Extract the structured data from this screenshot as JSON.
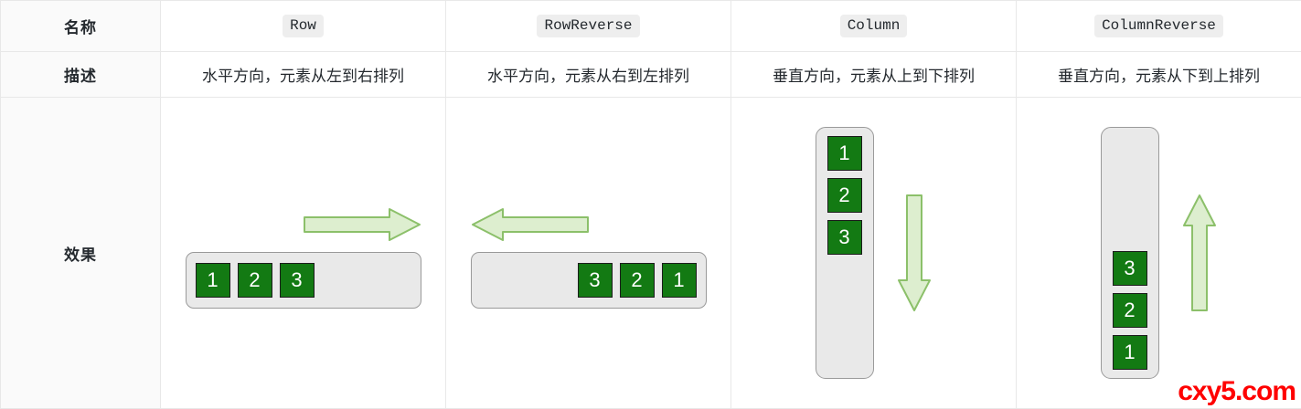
{
  "table": {
    "rows": {
      "name_label": "名称",
      "desc_label": "描述",
      "effect_label": "效果"
    },
    "columns": [
      {
        "name": "Row",
        "description": "水平方向，元素从左到右排列",
        "diagram": {
          "orientation": "horizontal",
          "arrow": "arrow-right-icon",
          "arrow_direction": "right",
          "items": [
            "1",
            "2",
            "3"
          ],
          "align": "start"
        }
      },
      {
        "name": "RowReverse",
        "description": "水平方向，元素从右到左排列",
        "diagram": {
          "orientation": "horizontal",
          "arrow": "arrow-left-icon",
          "arrow_direction": "left",
          "items": [
            "3",
            "2",
            "1"
          ],
          "align": "end"
        }
      },
      {
        "name": "Column",
        "description": "垂直方向，元素从上到下排列",
        "diagram": {
          "orientation": "vertical",
          "arrow": "arrow-down-icon",
          "arrow_direction": "down",
          "items": [
            "1",
            "2",
            "3"
          ],
          "align": "start"
        }
      },
      {
        "name": "ColumnReverse",
        "description": "垂直方向，元素从下到上排列",
        "diagram": {
          "orientation": "vertical",
          "arrow": "arrow-up-icon",
          "arrow_direction": "up",
          "items": [
            "3",
            "2",
            "1"
          ],
          "align": "end"
        }
      }
    ]
  },
  "watermark": {
    "text": "cxy5.com",
    "color": "#ff0000"
  },
  "colors": {
    "item_fill": "#137a13",
    "item_border": "#1c1c1c",
    "container_fill": "#e9e9e9",
    "container_border": "#9a9a9a",
    "arrow_fill": "#ddeecf",
    "arrow_stroke": "#8cc06a",
    "table_border": "#e8e8e8",
    "label_column_bg": "#fafafa",
    "badge_bg": "#eeeeee",
    "text": "#24292e"
  }
}
